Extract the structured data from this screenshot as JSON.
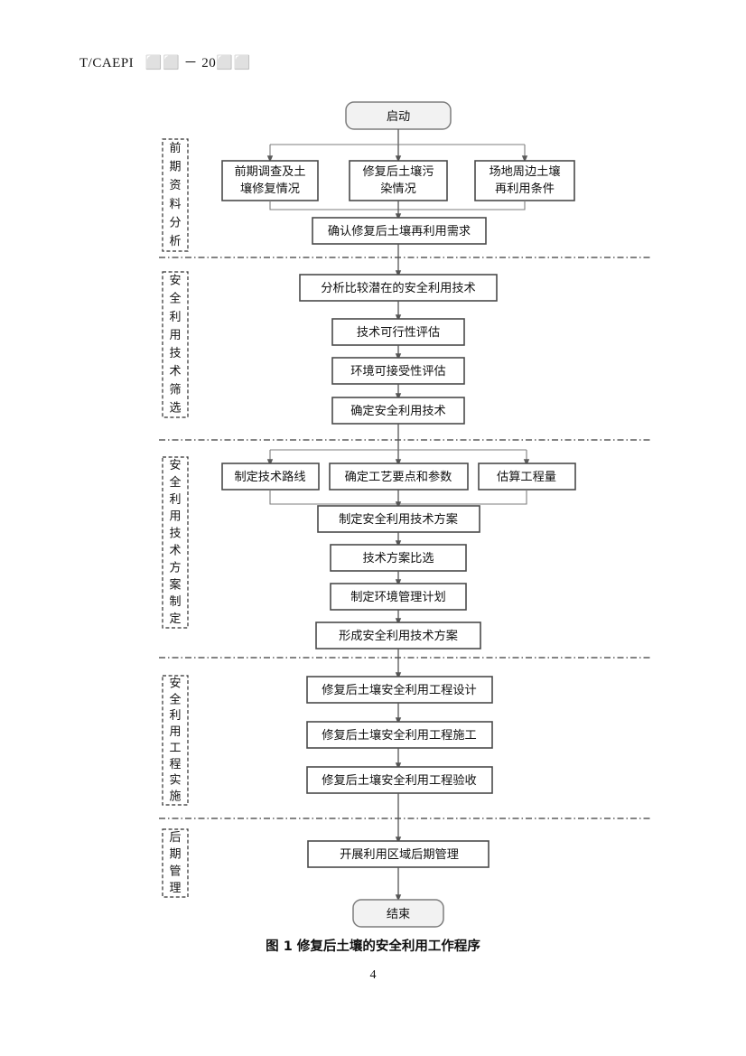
{
  "document": {
    "header": "T/CAEPI   ⬜⬜ － 20⬜⬜",
    "figure_caption": "图 1  修复后土壤的安全利用工作程序",
    "page_number": "4"
  },
  "flowchart": {
    "title": "修复后土壤的安全利用工作程序",
    "start_node": "启动",
    "end_node": "结束",
    "sections": [
      {
        "id": "s1",
        "label": "前期资料分析"
      },
      {
        "id": "s2",
        "label": "安全利用技术筛选"
      },
      {
        "id": "s3",
        "label": "安全利用技术方案制定"
      },
      {
        "id": "s4",
        "label": "安全利用工程实施"
      },
      {
        "id": "s5",
        "label": "后期管理"
      }
    ],
    "nodes": {
      "n01a": "前期调查及土",
      "n01b": "壤修复情况",
      "n02a": "修复后土壤污",
      "n02b": "染情况",
      "n03a": "场地周边土壤",
      "n03b": "再利用条件",
      "n04": "确认修复后土壤再利用需求",
      "n05": "分析比较潜在的安全利用技术",
      "n06": "技术可行性评估",
      "n07": "环境可接受性评估",
      "n08": "确定安全利用技术",
      "n09": "制定技术路线",
      "n10": "确定工艺要点和参数",
      "n11": "估算工程量",
      "n12": "制定安全利用技术方案",
      "n13": "技术方案比选",
      "n14": "制定环境管理计划",
      "n15": "形成安全利用技术方案",
      "n16": "修复后土壤安全利用工程设计",
      "n17": "修复后土壤安全利用工程施工",
      "n18": "修复后土壤安全利用工程验收",
      "n19": "开展利用区域后期管理"
    }
  },
  "colors": {
    "terminator_fill": "#f2f2f2",
    "box_stroke": "#4a4a4a",
    "connector": "#555555",
    "divider": "#3b3b3b"
  }
}
